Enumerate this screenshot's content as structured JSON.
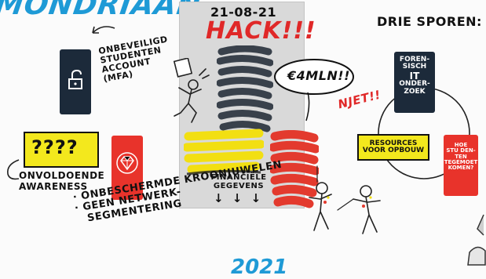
{
  "header": {
    "title_fragment": "MONDRIAAN",
    "date": "21-08-21",
    "hack": "HACK",
    "hack_marks": "!!!",
    "three_tracks": "DRIE SPOREN:"
  },
  "left_column": {
    "unsecured_account": [
      "ONBEVEILIGD",
      "STUDENTEN",
      "ACCOUNT",
      "(MFA)"
    ],
    "question_marks": "????",
    "insufficient_awareness": [
      "ONVOLDOENDE",
      "AWARENESS"
    ],
    "bullets": [
      "ONBESCHERMDE KROONJUWELEN",
      "GEEN NETWERK-",
      "SEGMENTERING"
    ]
  },
  "center": {
    "ransom": "€4MLN",
    "ransom_marks": "!!",
    "financial_data": [
      "FINANCIËLE",
      "GEGEVENS"
    ],
    "arrows": "↓ ↓ ↓",
    "reply": "NJET",
    "reply_marks": "!!"
  },
  "right_column": {
    "forensic": [
      "FOREN-",
      "SISCH",
      "IT",
      "ONDER-",
      "ZOEK"
    ],
    "resources": [
      "RESOURCES",
      "VOOR OPBOUW"
    ],
    "students": [
      "HOE",
      "STU DEN-",
      "TEN",
      "TEGEMOET",
      "KOMEN?"
    ]
  },
  "bottom": {
    "fragment": "2021"
  },
  "colors": {
    "accent_blue": "#1e9ad6",
    "red": "#e8332b",
    "yellow": "#f3e81d",
    "navy": "#1c2a3a",
    "panel_gray": "#d9d9d9"
  }
}
